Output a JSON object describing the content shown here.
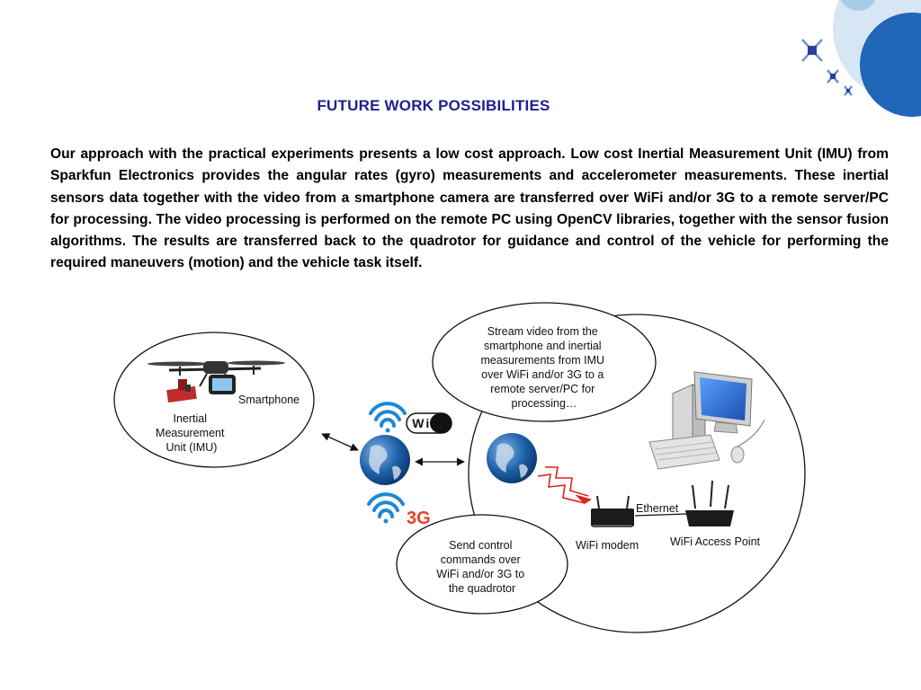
{
  "slide": {
    "title": "FUTURE WORK POSSIBILITIES",
    "body": "Our approach with the practical experiments presents a low cost approach.  Low cost Inertial Measurement Unit (IMU) from Sparkfun Electronics provides the angular rates (gyro) measurements and accelerometer measurements. These inertial sensors data together with the video from a smartphone camera are transferred over WiFi and/or 3G to a remote server/PC for processing. The video processing is performed on the remote PC using OpenCV libraries, together with the sensor fusion algorithms. The results are transferred back to the quadrotor for guidance and control of the vehicle for performing the required maneuvers (motion) and the vehicle task itself."
  },
  "diagram": {
    "smartphone": "Smartphone",
    "imu": [
      "Inertial",
      "Measurement",
      "Unit (IMU)"
    ],
    "wifi_logo": "WiFi",
    "g3": "3G",
    "stream_bubble": [
      "Stream video from the",
      "smartphone and inertial",
      "measurements from IMU",
      "over WiFi and/or 3G to a",
      "remote server/PC for",
      "processing…"
    ],
    "send_bubble": [
      "Send control",
      "commands over",
      "WiFi and/or 3G to",
      "the quadrotor"
    ],
    "ethernet": "Ethernet",
    "wifi_modem": "WiFi modem",
    "access_point": "WiFi Access Point"
  },
  "colors": {
    "title": "#1f1f8f",
    "deco_blue": "#2166b8",
    "deco_light": "#b9d5ee",
    "g3_red": "#e8412c",
    "wifi_blue": "#1e88d4",
    "signal_red": "#e0221c"
  }
}
